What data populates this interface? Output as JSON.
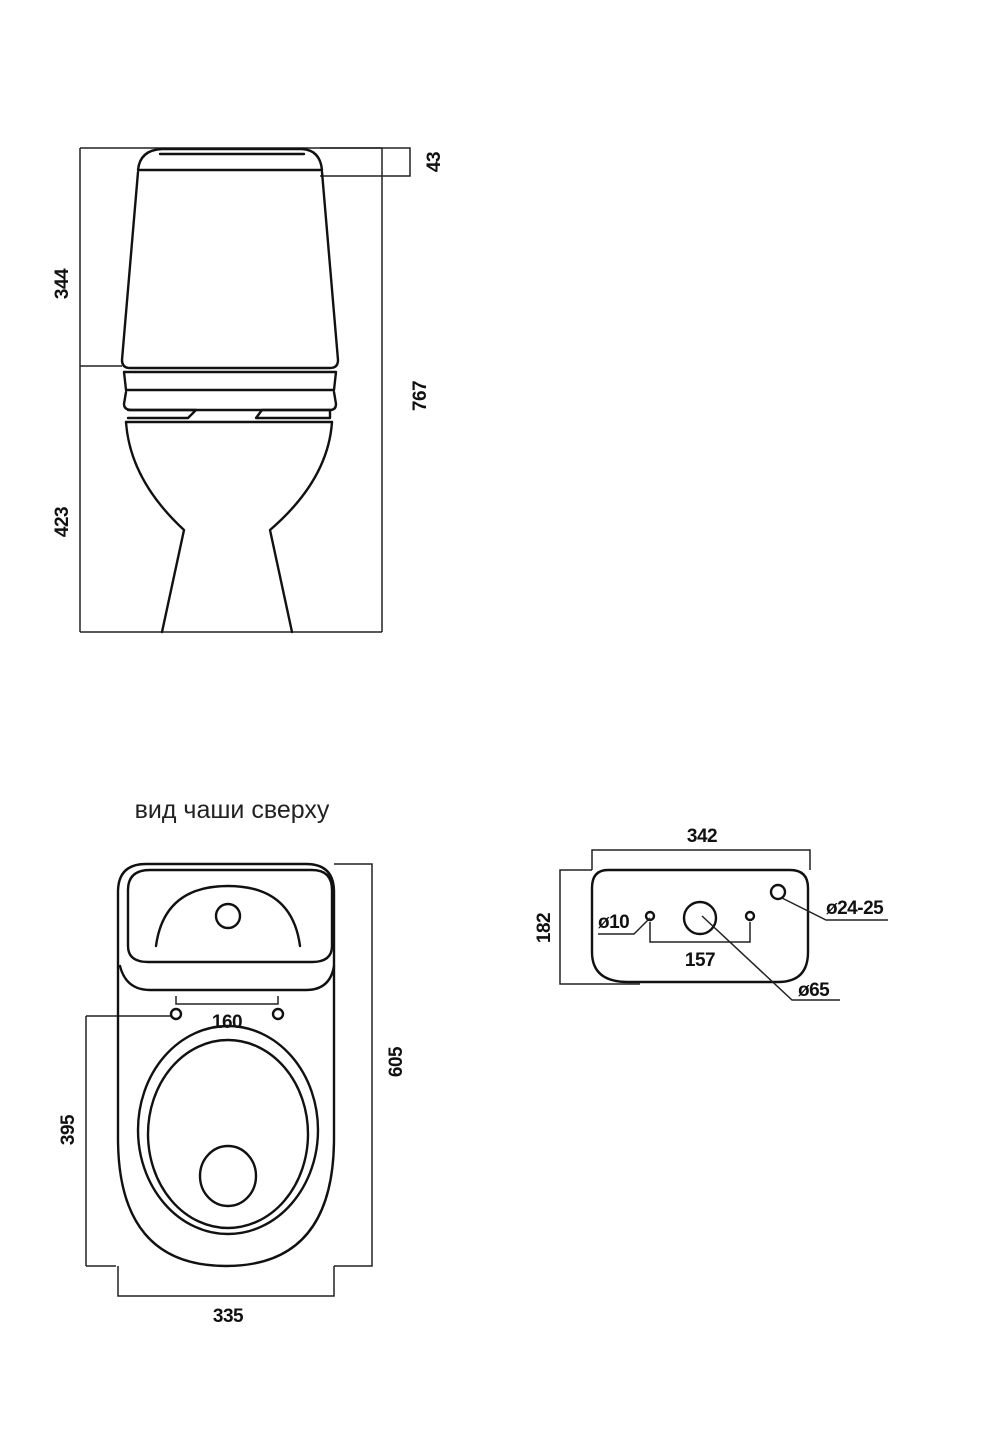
{
  "side_view": {
    "dim_lid": "43",
    "dim_tank": "344",
    "dim_bowl": "423",
    "dim_total_height": "767"
  },
  "top_view": {
    "caption": "вид чаши сверху",
    "dim_bolt_spacing": "160",
    "dim_bolt_to_back": "395",
    "dim_length": "605",
    "dim_width": "335"
  },
  "tank_view": {
    "dim_width": "342",
    "dim_depth": "182",
    "dim_small_holes_diameter": "ø10",
    "dim_holes_spacing": "157",
    "dim_water_inlet_diameter": "ø24-25",
    "dim_flush_hole_diameter": "ø65"
  }
}
